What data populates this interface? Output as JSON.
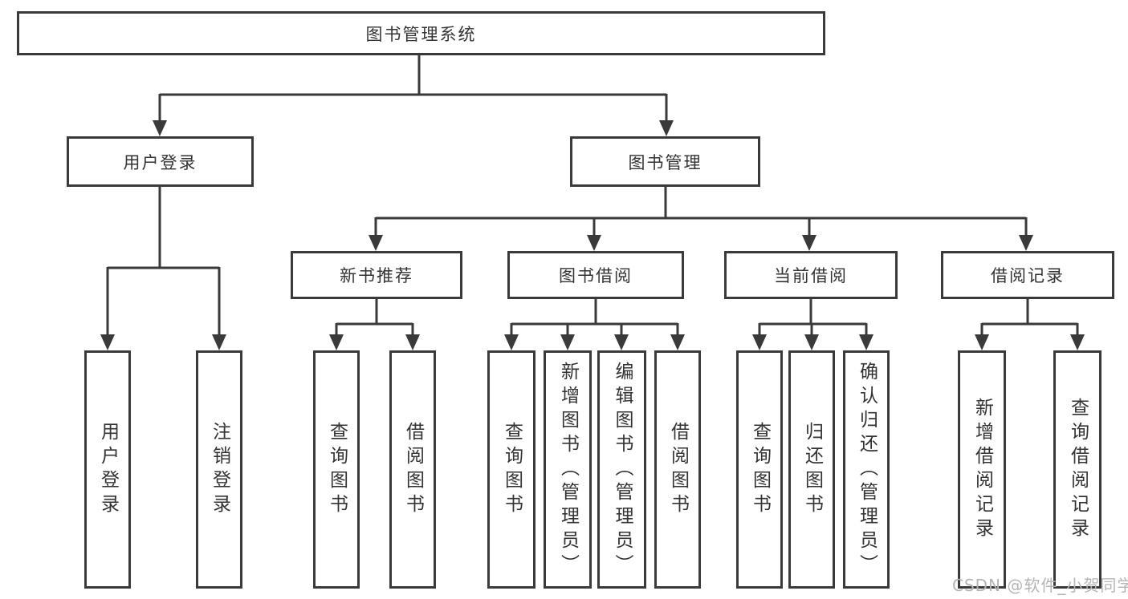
{
  "tree": {
    "root": {
      "label": "图书管理系统",
      "children": [
        {
          "label": "用户登录",
          "children": [
            {
              "label": "用户登录"
            },
            {
              "label": "注销登录"
            }
          ]
        },
        {
          "label": "图书管理",
          "children": [
            {
              "label": "新书推荐",
              "children": [
                {
                  "label": "查询图书"
                },
                {
                  "label": "借阅图书"
                }
              ]
            },
            {
              "label": "图书借阅",
              "children": [
                {
                  "label": "查询图书"
                },
                {
                  "label": "新增图书（管理员）"
                },
                {
                  "label": "编辑图书（管理员）"
                },
                {
                  "label": "借阅图书"
                }
              ]
            },
            {
              "label": "当前借阅",
              "children": [
                {
                  "label": "查询图书"
                },
                {
                  "label": "归还图书"
                },
                {
                  "label": "确认归还（管理员）"
                }
              ]
            },
            {
              "label": "借阅记录",
              "children": [
                {
                  "label": "新增借阅记录"
                },
                {
                  "label": "查询借阅记录"
                }
              ]
            }
          ]
        }
      ]
    }
  },
  "watermark": {
    "text": "CSDN @软件_小贺同学"
  },
  "colors": {
    "line": "#3a3a3a",
    "text": "#333333",
    "watermark": "#b5b5b5"
  }
}
